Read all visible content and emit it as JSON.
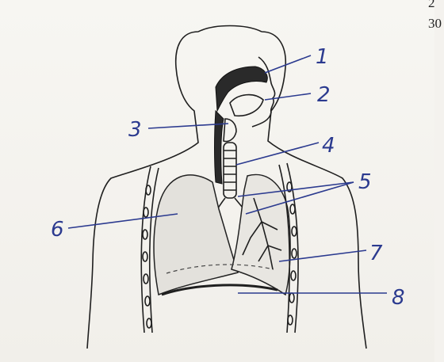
{
  "page": {
    "corner_top": "2",
    "corner_bottom": "30"
  },
  "labels": [
    "1",
    "2",
    "3",
    "4",
    "5",
    "6",
    "7",
    "8"
  ],
  "colors": {
    "label_ink": "#2b3a8f",
    "drawing_ink": "#1f1f1f",
    "paper": "#f4f2ee"
  }
}
